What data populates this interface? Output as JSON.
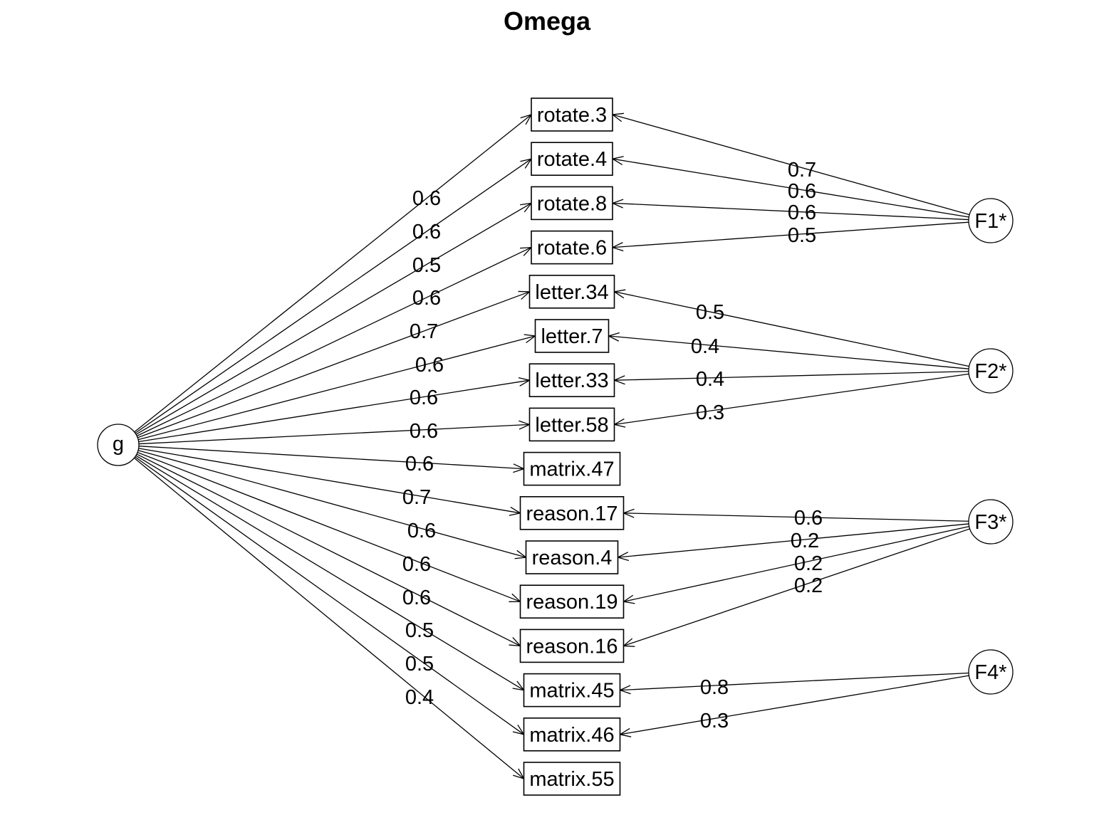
{
  "title": "Omega",
  "general_factor": "g",
  "group_factors": [
    "F1*",
    "F2*",
    "F3*",
    "F4*"
  ],
  "items": [
    {
      "name": "rotate.3",
      "g": "0.6",
      "factor": "F1*",
      "loading": "0.7"
    },
    {
      "name": "rotate.4",
      "g": "0.6",
      "factor": "F1*",
      "loading": "0.6"
    },
    {
      "name": "rotate.8",
      "g": "0.5",
      "factor": "F1*",
      "loading": "0.6"
    },
    {
      "name": "rotate.6",
      "g": "0.6",
      "factor": "F1*",
      "loading": "0.5"
    },
    {
      "name": "letter.34",
      "g": "0.7",
      "factor": "F2*",
      "loading": "0.5"
    },
    {
      "name": "letter.7",
      "g": "0.6",
      "factor": "F2*",
      "loading": "0.4"
    },
    {
      "name": "letter.33",
      "g": "0.6",
      "factor": "F2*",
      "loading": "0.4"
    },
    {
      "name": "letter.58",
      "g": "0.6",
      "factor": "F2*",
      "loading": "0.3"
    },
    {
      "name": "matrix.47",
      "g": "0.6",
      "factor": null,
      "loading": null
    },
    {
      "name": "reason.17",
      "g": "0.7",
      "factor": "F3*",
      "loading": "0.6"
    },
    {
      "name": "reason.4",
      "g": "0.6",
      "factor": "F3*",
      "loading": "0.2"
    },
    {
      "name": "reason.19",
      "g": "0.6",
      "factor": "F3*",
      "loading": "0.2"
    },
    {
      "name": "reason.16",
      "g": "0.6",
      "factor": "F3*",
      "loading": "0.2"
    },
    {
      "name": "matrix.45",
      "g": "0.5",
      "factor": "F4*",
      "loading": "0.8"
    },
    {
      "name": "matrix.46",
      "g": "0.5",
      "factor": "F4*",
      "loading": "0.3"
    },
    {
      "name": "matrix.55",
      "g": "0.4",
      "factor": null,
      "loading": null
    }
  ]
}
